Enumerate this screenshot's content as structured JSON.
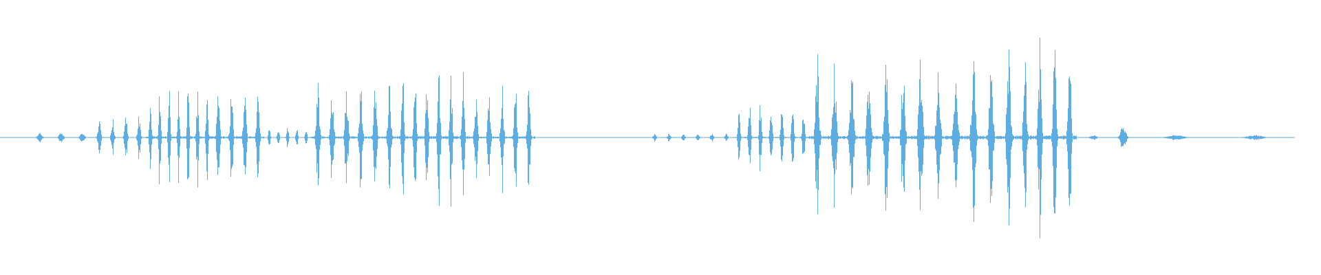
{
  "waveform": {
    "color": "#5dade2",
    "background": "#ffffff",
    "segments": [
      {
        "start": 0.0,
        "end": 0.022,
        "amp": 0.004,
        "bursts": 0,
        "noise": 0.4
      },
      {
        "start": 0.022,
        "end": 0.07,
        "amp": 0.08,
        "bursts": 3,
        "noise": 0.4
      },
      {
        "start": 0.07,
        "end": 0.11,
        "amp": 0.26,
        "bursts": 4,
        "noise": 0.8
      },
      {
        "start": 0.11,
        "end": 0.16,
        "amp": 0.62,
        "bursts": 7,
        "noise": 0.9
      },
      {
        "start": 0.16,
        "end": 0.2,
        "amp": 0.62,
        "bursts": 4,
        "noise": 0.9
      },
      {
        "start": 0.2,
        "end": 0.235,
        "amp": 0.14,
        "bursts": 5,
        "noise": 0.7
      },
      {
        "start": 0.235,
        "end": 0.3,
        "amp": 0.62,
        "bursts": 6,
        "noise": 0.9
      },
      {
        "start": 0.3,
        "end": 0.355,
        "amp": 0.76,
        "bursts": 6,
        "noise": 1.0
      },
      {
        "start": 0.355,
        "end": 0.405,
        "amp": 0.6,
        "bursts": 5,
        "noise": 0.9
      },
      {
        "start": 0.405,
        "end": 0.49,
        "amp": 0.004,
        "bursts": 0,
        "noise": 0.4
      },
      {
        "start": 0.49,
        "end": 0.555,
        "amp": 0.06,
        "bursts": 6,
        "noise": 0.6
      },
      {
        "start": 0.555,
        "end": 0.612,
        "amp": 0.42,
        "bursts": 7,
        "noise": 0.8
      },
      {
        "start": 0.612,
        "end": 0.69,
        "amp": 0.8,
        "bursts": 6,
        "noise": 1.0
      },
      {
        "start": 0.69,
        "end": 0.77,
        "amp": 0.94,
        "bursts": 6,
        "noise": 1.0
      },
      {
        "start": 0.77,
        "end": 0.815,
        "amp": 1.0,
        "bursts": 4,
        "noise": 1.0
      },
      {
        "start": 0.815,
        "end": 0.84,
        "amp": 0.04,
        "bursts": 1,
        "noise": 0.4
      },
      {
        "start": 0.84,
        "end": 0.86,
        "amp": 0.18,
        "bursts": 1,
        "noise": 0.5
      },
      {
        "start": 0.86,
        "end": 0.98,
        "amp": 0.04,
        "bursts": 2,
        "noise": 0.4
      }
    ]
  }
}
